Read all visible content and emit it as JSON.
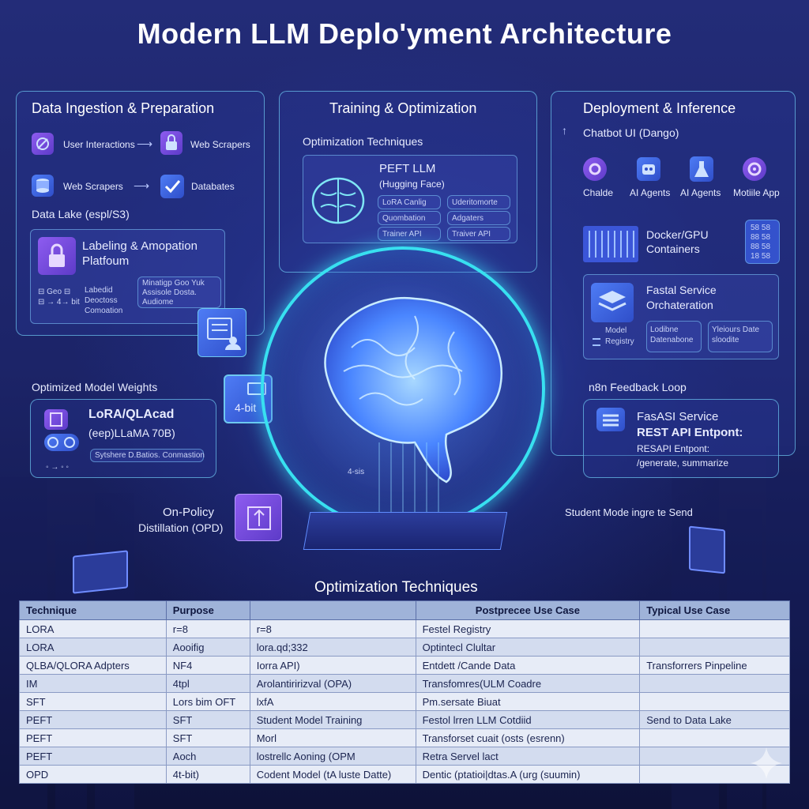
{
  "title": "Modern LLM Deplo'yment Architecture",
  "data_panel": {
    "title": "Data Ingestion & Preparation",
    "row1": {
      "left": "User Interactions",
      "right": "Web Scrapers"
    },
    "row2": {
      "left": "Web Scrapers",
      "right": "Databates"
    },
    "lake": "Data Lake (espl/S3)",
    "labeling": {
      "title": "Labeling & Amopation Platfoum",
      "items": [
        "Labedid",
        "Deoctoss",
        "Comoation"
      ],
      "side": "Minatigp Goo Yuk Assisole Dosta. Audiome",
      "side_left": "⊟ Geo ⊟",
      "side_left2": "⊟ → 4→ bit"
    }
  },
  "training_panel": {
    "title": "Training & Optimization",
    "subtitle": "Optimization Techniques",
    "peft": {
      "title": "PEFT LLM",
      "subtitle": "(Hugging Face)"
    },
    "cells": [
      "LoRA Canlig",
      "Uderitomorte",
      "Quombation",
      "Adgaters",
      "Trainer API",
      "Traiver API"
    ]
  },
  "deploy_panel": {
    "title": "Deployment & Inference",
    "chatbot": "Chatbot UI (Dango)",
    "apps": [
      "Chalde",
      "AI Agents",
      "AI Agents",
      "Motiile App"
    ],
    "docker": "Docker/GPU Containers",
    "docker_grid": [
      "58 58",
      "88 58",
      "88 58",
      "18 58"
    ],
    "fastapi": "Fastal Service Orchateration",
    "registry": [
      "Model",
      "Registry"
    ],
    "reg_cells": [
      "Lodibne Datenabone",
      "Yleiours Date sloodite"
    ]
  },
  "weights": {
    "title": "Optimized Model Weights",
    "name": "LoRA/QLAcad",
    "model": "(eep)LLaMA 70B)",
    "footer": "Sytshere D.Batios. Conmastion",
    "badge": "4-bit"
  },
  "opd": {
    "line1": "On-Policy",
    "line2": "Distillation (OPD)"
  },
  "feedback": {
    "title": "n8n Feedback Loop",
    "service": "FasASI Service",
    "rest": "REST API Entpont:",
    "resapi": "RESAPI Entpont:",
    "endpoints": "/generate, summarize",
    "student": "Student Mode ingre te Send"
  },
  "brain_label": "4-sis",
  "table": {
    "title": "Optimization Techniques",
    "headers": [
      "Technique",
      "Purpose",
      "",
      "Postprecee Use Case",
      "Typical Use Case"
    ],
    "rows": [
      [
        "LORA",
        "r=8",
        "r=8",
        "Festel Registry",
        ""
      ],
      [
        "LORA",
        "Aooifig",
        "lora.qd;332",
        "Optintecl Clultar",
        ""
      ],
      [
        "QLBA/QLORA Adpters",
        "NF4",
        "Iorra API)",
        "Entdett /Cande Data",
        "Transforrers Pinpeline"
      ],
      [
        "IM",
        "4tpl",
        "Arolantiririzval (OPA)",
        "Transfomres(ULM Coadre",
        ""
      ],
      [
        "SFT",
        "Lors bim OFT",
        "lxfA",
        "Pm.sersate Biuat",
        ""
      ],
      [
        "PEFT",
        "SFT",
        "Student Model Training",
        "Festol lrren LLM Cotdiid",
        "Send to Data Lake"
      ],
      [
        "PEFT",
        "SFT",
        "Morl",
        "Transforset cuait (osts (esrenn)",
        ""
      ],
      [
        "PEFT",
        "Aoch",
        "lostrellc Aoning (OPM",
        "Retra Servel lact",
        ""
      ],
      [
        "OPD",
        "4t-bit)",
        "Codent Model (tA luste Datte)",
        "Dentic (ptatioi|dtas.A (urg (suumin)",
        ""
      ]
    ]
  },
  "colors": {
    "ring": "#38e0f0",
    "panel_border": "#6ec8f0",
    "accent_purple": "#8e5cf0",
    "accent_blue": "#4e7cf5"
  }
}
